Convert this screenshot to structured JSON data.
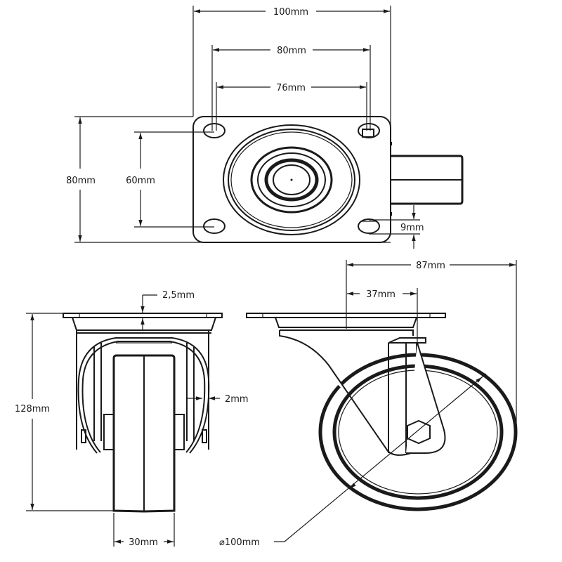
{
  "drawing": {
    "title": "Swivel castor technical dimensions",
    "colors": {
      "line": "#1a1a1a",
      "background": "#ffffff"
    },
    "top_view": {
      "plate_width": "100mm",
      "hole_spacing_outer": "80mm",
      "hole_spacing_inner": "76mm",
      "plate_height": "80mm",
      "hole_spacing_vertical": "60mm",
      "slot_offset": "9mm"
    },
    "front_view": {
      "plate_thickness": "2,5mm",
      "total_height": "128mm",
      "fork_thickness": "2mm",
      "wheel_width": "30mm"
    },
    "side_view": {
      "swivel_radius": "87mm",
      "offset": "37mm",
      "wheel_diameter": "⌀100mm"
    }
  }
}
